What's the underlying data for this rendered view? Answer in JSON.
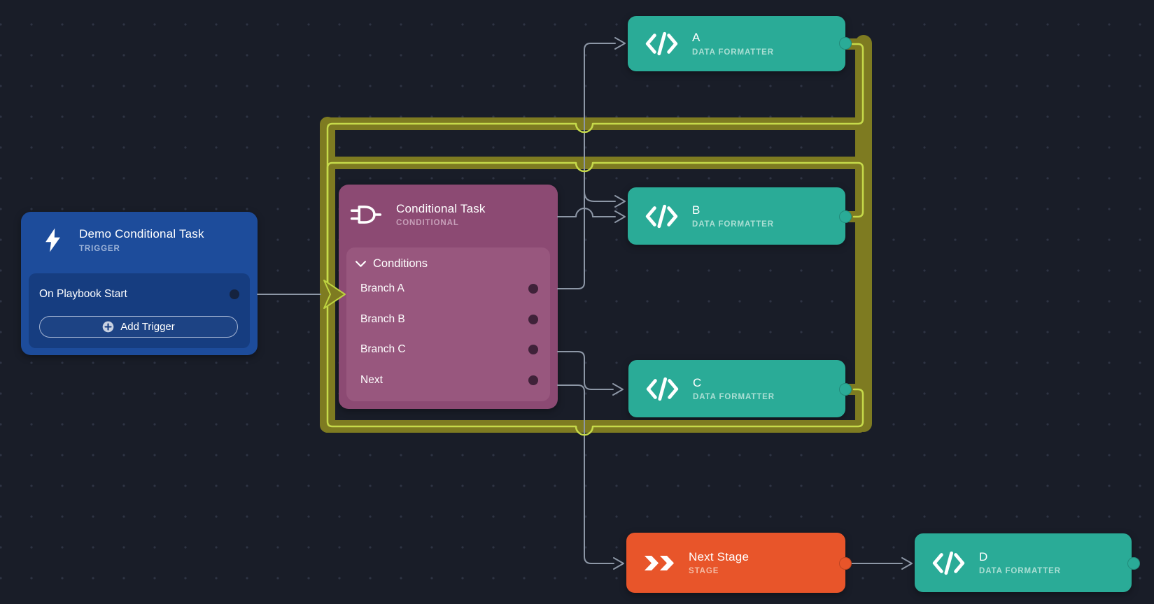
{
  "app": {
    "name": "Visual Playbook Editor canvas"
  },
  "colors": {
    "background": "#191d28",
    "grid_dot": "#2e3444",
    "trigger_blue": "#1d4c9b",
    "trigger_panel_blue": "#163d80",
    "conditional_purple": "#8c4a73",
    "conditional_panel_purple": "#98577e",
    "formatter_teal": "#2aab97",
    "stage_orange": "#e8552a",
    "selected_path_dark_olive": "#7e7b21",
    "selected_path_bright": "#c6da4a",
    "edge_gray": "#8d97a6"
  },
  "trigger": {
    "title": "Demo Conditional Task",
    "type_label": "TRIGGER",
    "event_label": "On Playbook Start",
    "add_button_label": "Add Trigger",
    "icon": "lightning-bolt-icon"
  },
  "conditional": {
    "title": "Conditional Task",
    "type_label": "CONDITIONAL",
    "section_label": "Conditions",
    "icon": "logic-gate-icon",
    "branches": [
      {
        "label": "Branch A"
      },
      {
        "label": "Branch B"
      },
      {
        "label": "Branch C"
      },
      {
        "label": "Next"
      }
    ]
  },
  "formatters": {
    "a": {
      "title": "A",
      "type_label": "DATA FORMATTER",
      "icon": "code-icon"
    },
    "b": {
      "title": "B",
      "type_label": "DATA FORMATTER",
      "icon": "code-icon"
    },
    "c": {
      "title": "C",
      "type_label": "DATA FORMATTER",
      "icon": "code-icon"
    },
    "d": {
      "title": "D",
      "type_label": "DATA FORMATTER",
      "icon": "code-icon"
    }
  },
  "stage": {
    "title": "Next Stage",
    "type_label": "STAGE",
    "icon": "stage-chevrons-icon"
  }
}
